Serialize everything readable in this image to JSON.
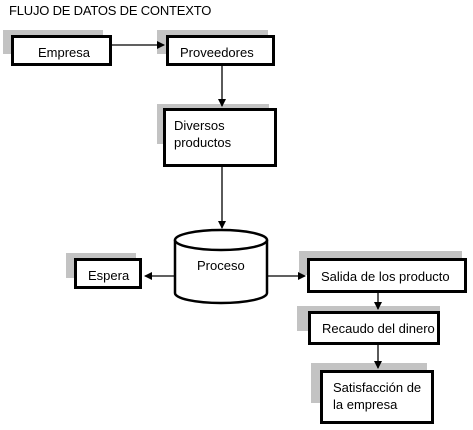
{
  "diagram": {
    "title": "FLUJO DE DATOS DE CONTEXTO",
    "nodes": {
      "empresa": "Empresa",
      "proveedores": "Proveedores",
      "diversos_line1": "Diversos",
      "diversos_line2": "productos",
      "proceso": "Proceso",
      "espera": "Espera",
      "salida": "Salida de los producto",
      "recaudo": "Recaudo del dinero",
      "satisfaccion_line1": "Satisfacción de",
      "satisfaccion_line2": "la empresa"
    },
    "edges": [
      {
        "from": "Empresa",
        "to": "Proveedores"
      },
      {
        "from": "Proveedores",
        "to": "Diversos productos"
      },
      {
        "from": "Diversos productos",
        "to": "Proceso"
      },
      {
        "from": "Proceso",
        "to": "Espera"
      },
      {
        "from": "Proceso",
        "to": "Salida de los producto"
      },
      {
        "from": "Salida de los producto",
        "to": "Recaudo del dinero"
      },
      {
        "from": "Recaudo del dinero",
        "to": "Satisfacción de la empresa"
      }
    ],
    "colors": {
      "shadow": "#c3c3c3",
      "border": "#000000",
      "background": "#ffffff"
    }
  }
}
